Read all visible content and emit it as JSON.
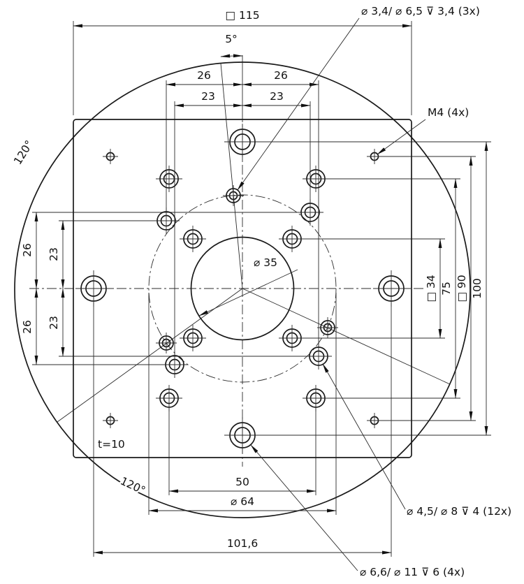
{
  "drawing": {
    "callout_top": "⌀ 3,4/ ⌀ 6,5 ⊽ 3,4 (3x)",
    "callout_m4": "M4 (4x)",
    "callout_cb12": "⌀ 4,5/ ⌀ 8 ⊽ 4 (12x)",
    "callout_cb4": "⌀ 6,6/ ⌀ 11 ⊽ 6 (4x)",
    "dim_square115": "□ 115",
    "dim_angle5": "5°",
    "dim_top26_left": "26",
    "dim_top26_right": "26",
    "dim_top23_left": "23",
    "dim_top23_right": "23",
    "dim_angle120_upper": "120°",
    "dim_angle120_lower": "120°",
    "dim_left26_upper": "26",
    "dim_left23_upper": "23",
    "dim_left26_lower": "26",
    "dim_left23_lower": "23",
    "dim_dia35": "⌀ 35",
    "dim_square34": "□ 34",
    "dim_75": "75",
    "dim_square90": "□ 90",
    "dim_100": "100",
    "thickness": "t=10",
    "dim_50": "50",
    "dim_dia64": "⌀ 64",
    "dim_101_6": "101,6"
  }
}
